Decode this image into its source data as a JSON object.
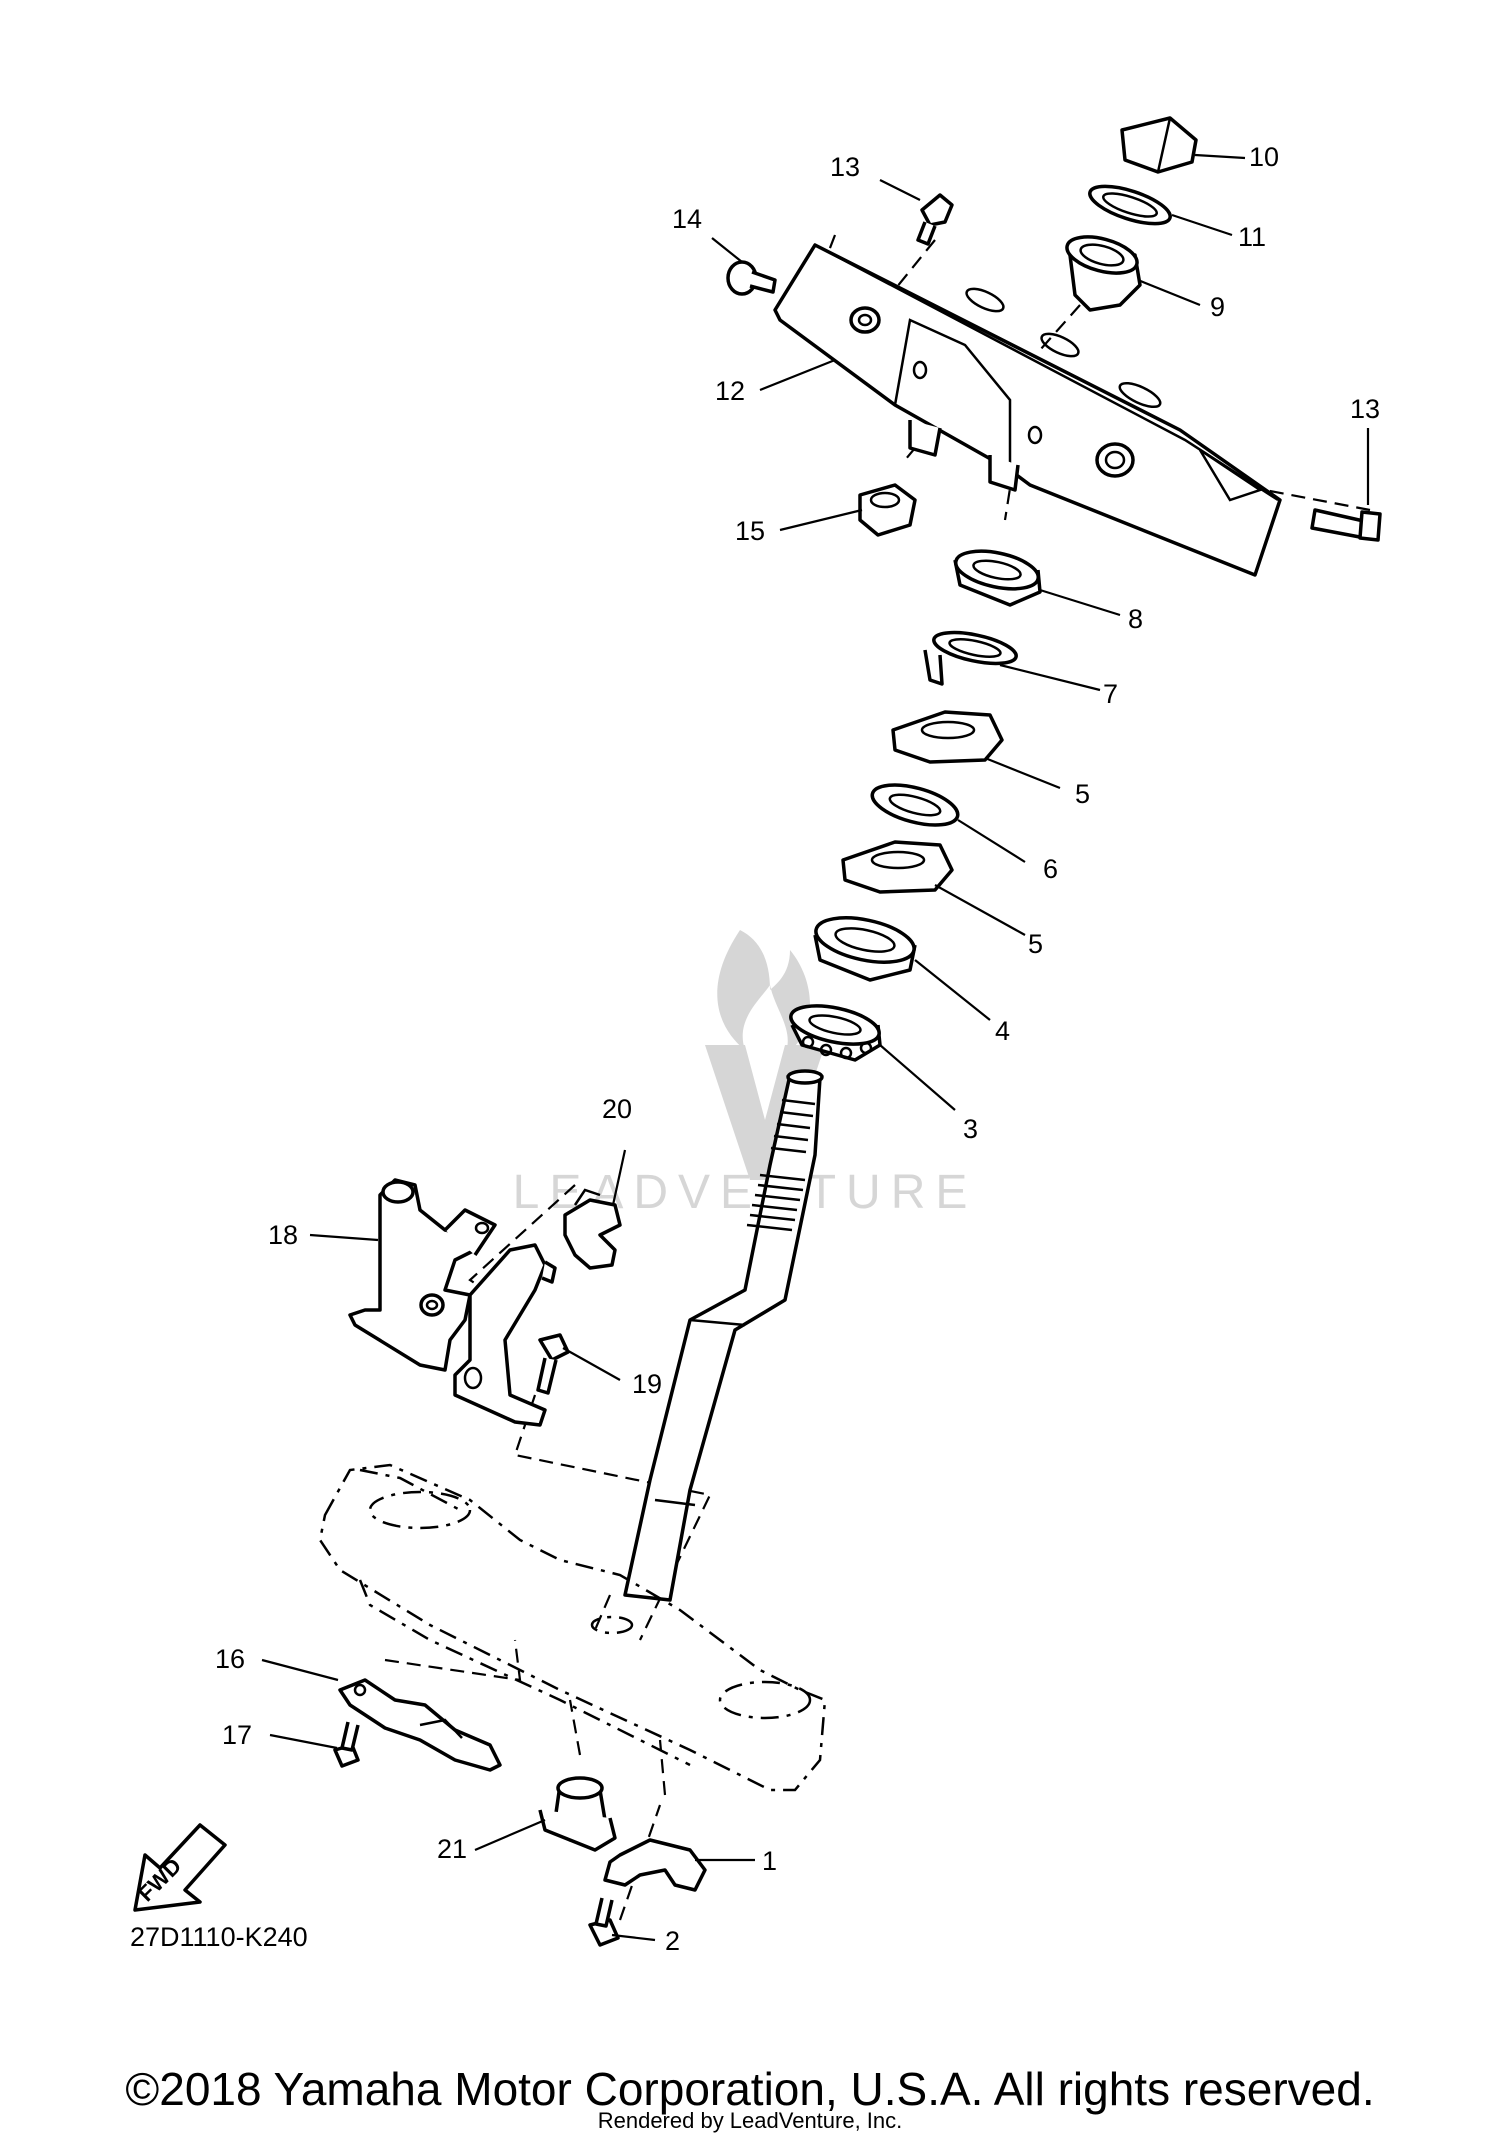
{
  "diagram": {
    "drawing_code": "27D1110-K240",
    "fwd_label": "FWD",
    "watermark_text": "LEADVENTURE",
    "copyright": "©2018 Yamaha Motor Corporation, U.S.A. All rights reserved.",
    "rendered_by": "Rendered by LeadVenture, Inc.",
    "callouts": [
      "1",
      "2",
      "3",
      "4",
      "5",
      "5",
      "6",
      "7",
      "8",
      "9",
      "10",
      "11",
      "12",
      "13",
      "13",
      "14",
      "15",
      "16",
      "17",
      "18",
      "19",
      "20",
      "21"
    ]
  },
  "colors": {
    "line": "#000000",
    "background": "#ffffff",
    "watermark": "#d6d6d6"
  }
}
